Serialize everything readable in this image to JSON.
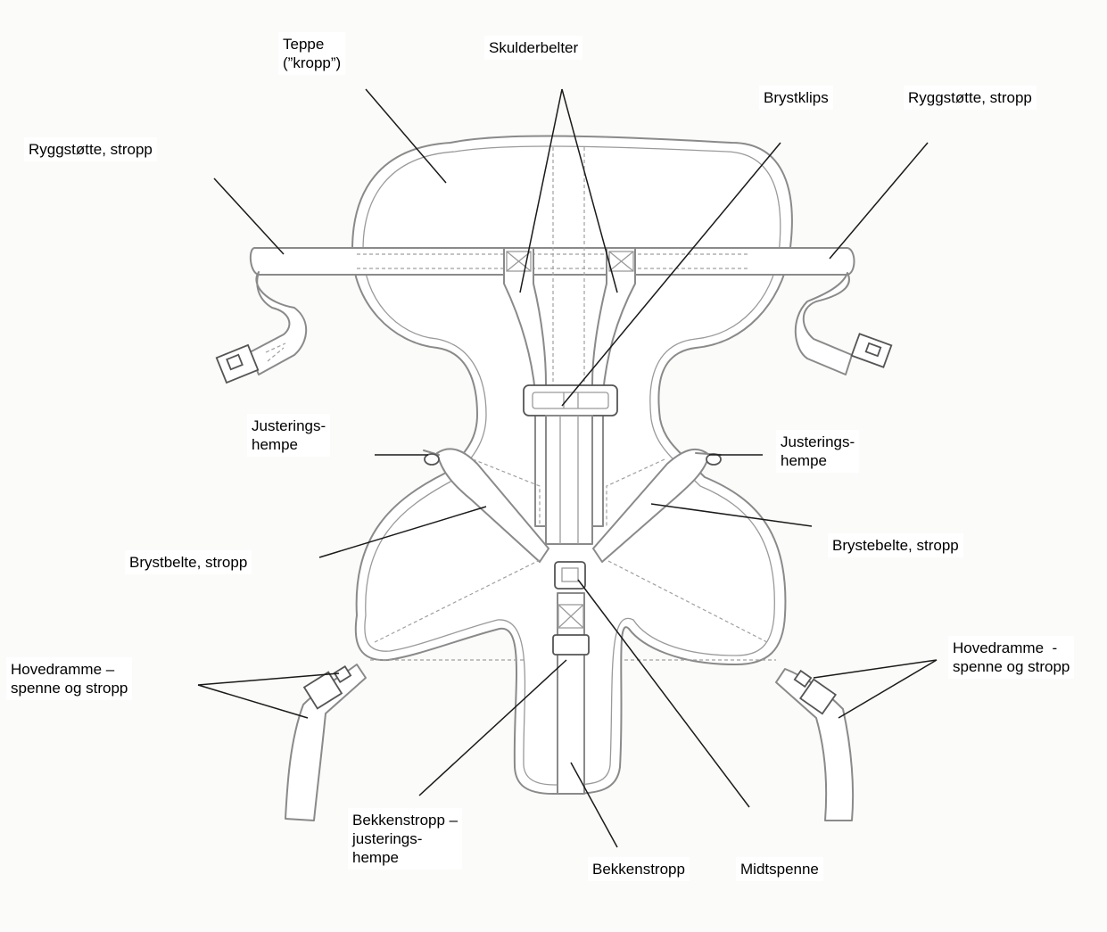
{
  "labels": {
    "teppe": "Teppe\n(”kropp”)",
    "skulderbelter": "Skulderbelter",
    "ryggstotte_left": "Ryggstøtte, stropp",
    "brystklips": "Brystklips",
    "ryggstotte_right": "Ryggstøtte, stropp",
    "justering_left": "Justerings-\nhempe",
    "justering_right": "Justerings-\nhempe",
    "brystbelte_left": "Brystbelte, stropp",
    "brystebelte_right": "Brystebelte, stropp",
    "hovedramme_left": "Hovedramme –\nspenne og stropp",
    "hovedramme_right": "Hovedramme  -\nspenne og stropp",
    "bekkenstropp_justering": "Bekkenstropp –\njusterings-\nhempe",
    "bekkenstropp": "Bekkenstropp",
    "midtspenne": "Midtspenne"
  }
}
